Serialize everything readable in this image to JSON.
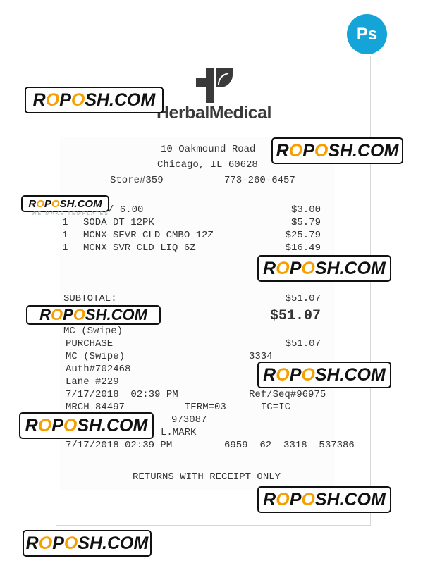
{
  "badge": {
    "label": "Ps"
  },
  "logo": {
    "name": "HerbalMedical"
  },
  "store": {
    "address1": "10 Oakmound Road",
    "address2": "Chicago, IL 60628",
    "store_no": "Store#359",
    "phone": "773-260-6457"
  },
  "items": [
    {
      "qty": "",
      "desc": "/ 6.00",
      "price": "$3.00"
    },
    {
      "qty": "1",
      "desc": "SODA DT 12PK",
      "price": "$5.79"
    },
    {
      "qty": "1",
      "desc": "MCNX SEVR CLD CMBO 12Z",
      "price": "$25.79"
    },
    {
      "qty": "1",
      "desc": "MCNX SVR CLD LIQ 6Z",
      "price": "$16.49"
    }
  ],
  "subtotal": {
    "label": "SUBTOTAL:",
    "value": "$51.07"
  },
  "total": {
    "value": "$51.07"
  },
  "payment": {
    "method_header": "MC (Swipe)",
    "purchase_label": "PURCHASE",
    "purchase_value": "$51.07",
    "card": "MC (Swipe)",
    "card_last4": "3334",
    "auth": "Auth#702468",
    "lane": "Lane #229",
    "datetime": "7/17/2018  02:39 PM",
    "ref": "Ref/Seq#96975",
    "merchant": "MRCH 84497",
    "term": "TERM=03",
    "ic": "IC=IC",
    "code": "973087",
    "cashier": "L.MARK",
    "datetime2": "7/17/2018 02:39 PM",
    "trans": "6959  62  3318  537386"
  },
  "footer": {
    "returns": "RETURNS WITH RECEIPT ONLY"
  },
  "watermark": {
    "a": "R",
    "o1": "O",
    "b": "P",
    "o2": "O",
    "c": "SH.COM",
    "tagline": "WE MAKE TEMPLATES"
  }
}
